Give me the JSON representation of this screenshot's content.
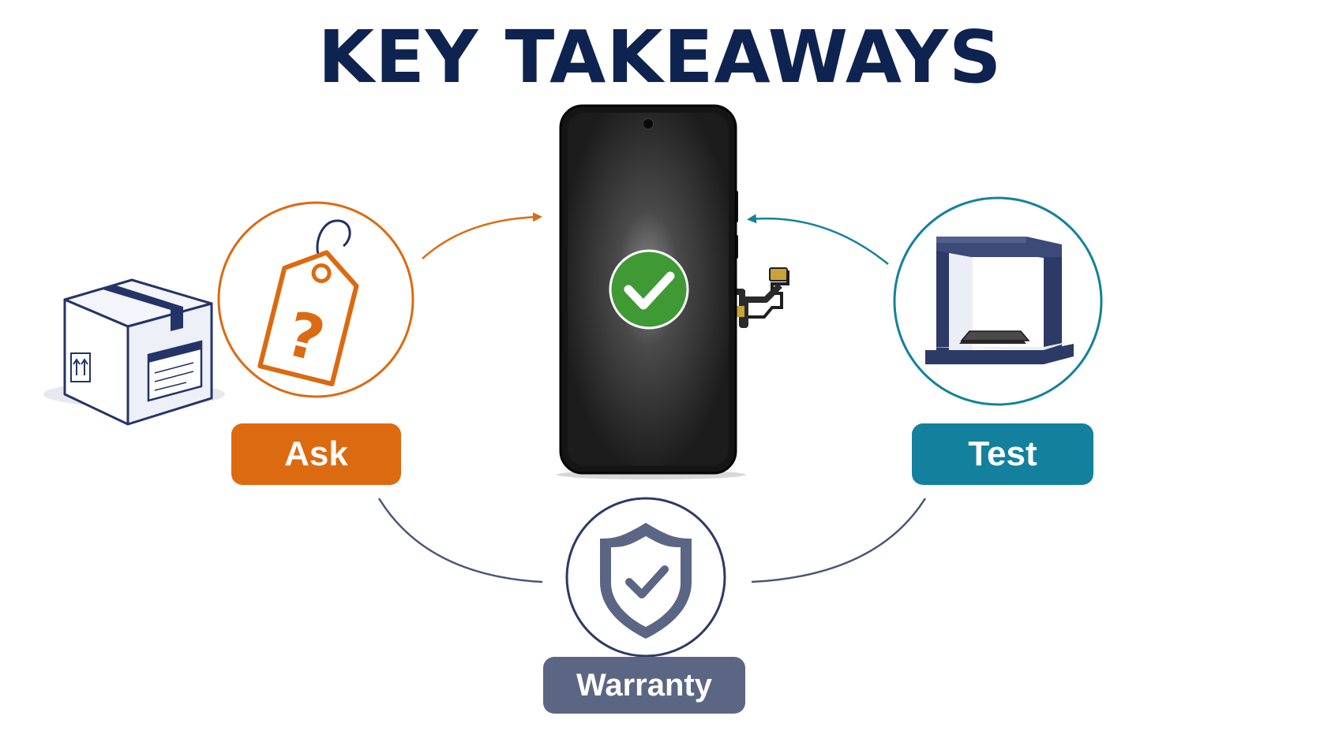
{
  "title": "KEY TAKEAWAYS",
  "steps": [
    {
      "label": "Ask",
      "icon": "price-tag-question-icon",
      "color": "#dc6a10"
    },
    {
      "label": "Test",
      "icon": "test-light-box-icon",
      "color": "#13819d"
    },
    {
      "label": "Warranty",
      "icon": "shield-check-icon",
      "color": "#5b6684"
    }
  ],
  "center": {
    "icon": "smartphone-screen-icon",
    "badge": "check-badge-icon",
    "badge_color": "#3f9a35"
  },
  "side_icon": "shipping-box-icon",
  "colors": {
    "title": "#0f2350",
    "navy": "#2c3a66"
  }
}
